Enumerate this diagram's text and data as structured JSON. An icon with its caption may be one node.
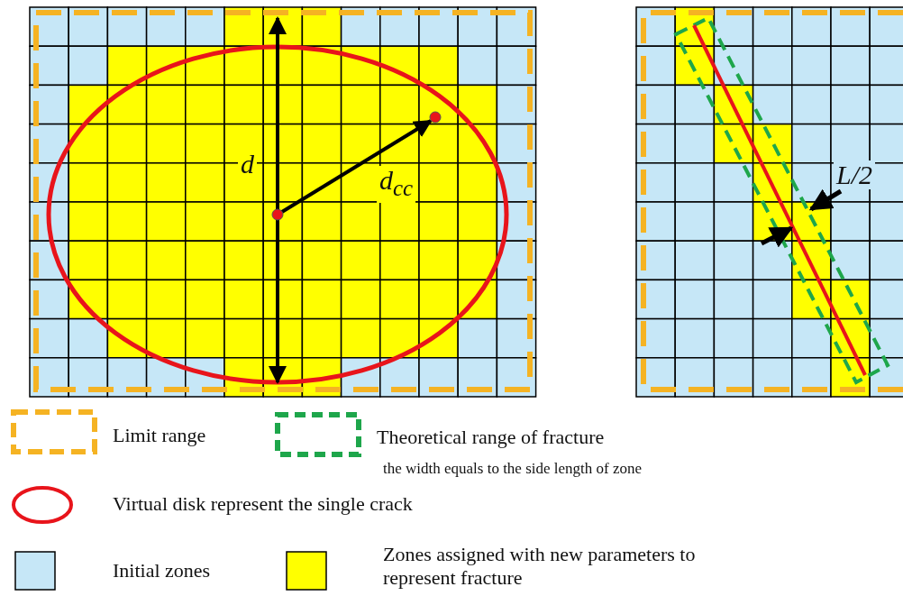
{
  "diagram": {
    "labels": [
      "d",
      "d$_{cc}$",
      "L/2",
      "the width equals to the side length of zone"
    ],
    "legend": [
      {
        "text": "Limit range"
      },
      {
        "text": "Theoretical range of fracture"
      },
      {
        "text": "Virtual disk represent the single crack"
      },
      {
        "text": "Initial zones",
        "color": "#c6e7f7"
      },
      {
        "text": "Zones assigned with new parameters to represent fracture",
        "color": "#ffff00"
      }
    ]
  }
}
